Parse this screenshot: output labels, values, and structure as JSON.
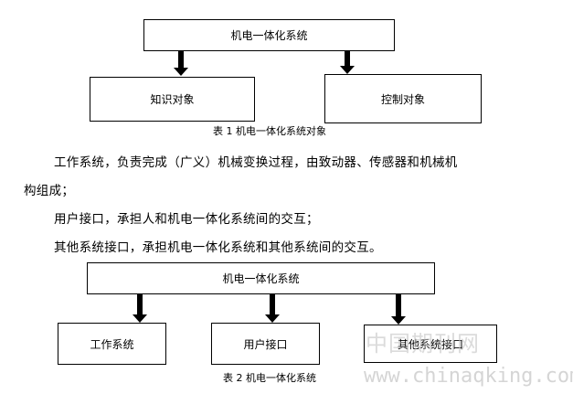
{
  "diagram1": {
    "top": "机电一体化系统",
    "left": "知识对象",
    "right": "控制对象",
    "caption": "表 1 机电一体化系统对象"
  },
  "paragraphs": {
    "p1_line1": "工作系统，负责完成（广义）机械变换过程，由致动器、传感器和机械机",
    "p1_line2": "构组成；",
    "p2": "用户接口，承担人和机电一体化系统间的交互；",
    "p3": "其他系统接口，承担机电一体化系统和其他系统间的交互。"
  },
  "diagram2": {
    "top": "机电一体化系统",
    "left": "工作系统",
    "middle": "用户接口",
    "right": "其他系统接口",
    "caption": "表 2 机电一体化系统"
  },
  "watermark": {
    "cn": "中国期刊网",
    "url": "www.chinaqking.com"
  }
}
